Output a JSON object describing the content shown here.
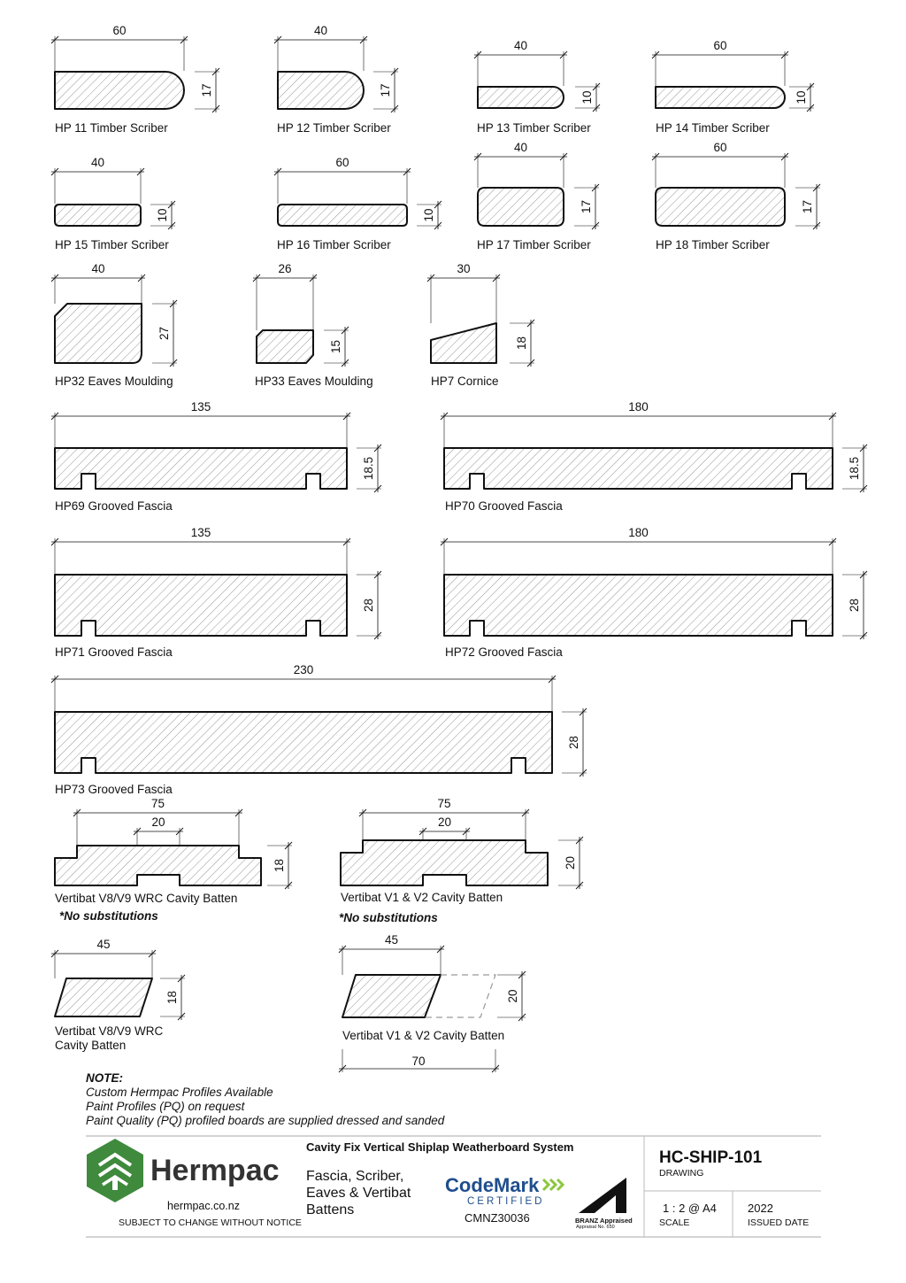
{
  "profiles": [
    {
      "label": "HP 11 Timber Scriber",
      "w": "60",
      "h": "17"
    },
    {
      "label": "HP 12 Timber Scriber",
      "w": "40",
      "h": "17"
    },
    {
      "label": "HP 13 Timber Scriber",
      "w": "40",
      "h": "10"
    },
    {
      "label": "HP 14 Timber Scriber",
      "w": "60",
      "h": "10"
    },
    {
      "label": "HP 15 Timber Scriber",
      "w": "40",
      "h": "10"
    },
    {
      "label": "HP 16 Timber Scriber",
      "w": "60",
      "h": "10"
    },
    {
      "label": "HP 17 Timber Scriber",
      "w": "40",
      "h": "17"
    },
    {
      "label": "HP 18 Timber Scriber",
      "w": "60",
      "h": "17"
    },
    {
      "label": "HP32 Eaves Moulding",
      "w": "40",
      "h": "27"
    },
    {
      "label": "HP33 Eaves Moulding",
      "w": "26",
      "h": "15"
    },
    {
      "label": "HP7 Cornice",
      "w": "30",
      "h": "18"
    },
    {
      "label": "HP69 Grooved Fascia",
      "w": "135",
      "h": "18.5"
    },
    {
      "label": "HP70 Grooved Fascia",
      "w": "180",
      "h": "18.5"
    },
    {
      "label": "HP71 Grooved Fascia",
      "w": "135",
      "h": "28"
    },
    {
      "label": "HP72 Grooved Fascia",
      "w": "180",
      "h": "28"
    },
    {
      "label": "HP73 Grooved Fascia",
      "w": "230",
      "h": "28"
    },
    {
      "label": "Vertibat V8/V9 WRC Cavity Batten",
      "w": "75",
      "w2": "20",
      "h": "18"
    },
    {
      "label": "Vertibat V1 & V2 Cavity Batten",
      "w": "75",
      "w2": "20",
      "h": "20"
    },
    {
      "label": "Vertibat V8/V9 WRC Cavity Batten",
      "w": "45",
      "h": "18"
    },
    {
      "label": "Vertibat V1 & V2 Cavity Batten",
      "w": "45",
      "w2": "70",
      "h": "20"
    }
  ],
  "no_substitutions": "*No substitutions",
  "notes": {
    "heading": "NOTE:",
    "lines": [
      "Custom Hermpac Profiles Available",
      "Paint Profiles (PQ) on request",
      "Paint Quality (PQ) profiled boards are supplied dressed and sanded"
    ]
  },
  "title_block": {
    "brand": "Hermpac",
    "website": "hermpac.co.nz",
    "disclaimer": "SUBJECT TO CHANGE WITHOUT NOTICE",
    "system": "Cavity Fix Vertical Shiplap Weatherboard System",
    "subject_1": "Fascia, Scriber,",
    "subject_2": "Eaves & Vertibat",
    "subject_3": "Battens",
    "codemark": "CodeMark",
    "certified": "CERTIFIED",
    "cert_no": "CMNZ30036",
    "branz": "BRANZ Appraised",
    "branz_no": "Appraisal No. 650",
    "drawing_no": "HC-SHIP-101",
    "drawing_label": "DRAWING",
    "scale": "1 : 2 @ A4",
    "scale_label": "SCALE",
    "issued": "2022",
    "issued_label": "ISSUED DATE"
  },
  "colors": {
    "brand_green": "#3f8a3d",
    "line": "#111111",
    "hatch": "#888888",
    "dash": "#999999"
  }
}
